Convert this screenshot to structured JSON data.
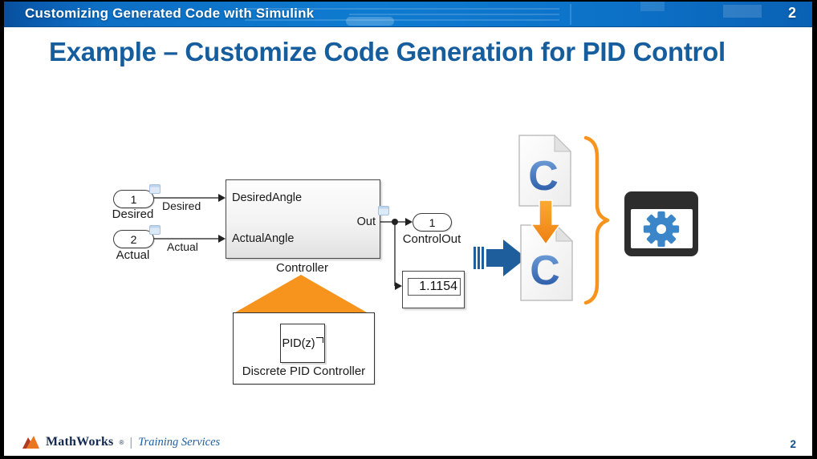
{
  "header": {
    "title": "Customizing Generated Code with Simulink",
    "slide_number": "2"
  },
  "title": "Example – Customize Code Generation for PID Control",
  "diagram": {
    "inports": [
      {
        "number": "1",
        "name": "Desired",
        "signal": "Desired"
      },
      {
        "number": "2",
        "name": "Actual",
        "signal": "Actual"
      }
    ],
    "controller": {
      "label": "Controller",
      "in_port1": "DesiredAngle",
      "in_port2": "ActualAngle",
      "out_port": "Out"
    },
    "outport": {
      "number": "1",
      "name": "ControlOut"
    },
    "display": {
      "value": "1.1154"
    },
    "subsystem": {
      "block_text": "PID(z)",
      "block_label": "Discrete PID Controller"
    }
  },
  "artifacts": {
    "file1_letter": "C",
    "file2_letter": "C"
  },
  "footer": {
    "brand": "MathWorks",
    "registered": "®",
    "separator": "|",
    "service": "Training Services",
    "page_number": "2"
  },
  "colors": {
    "header_blue": "#0d74c8",
    "title_blue": "#165d9e",
    "accent_orange": "#f7941e",
    "arrow_blue": "#1f5e9c",
    "c_letter_blue": "#2e63b6",
    "gear_blue": "#3a86c8",
    "window_dark": "#2d2d2d"
  }
}
